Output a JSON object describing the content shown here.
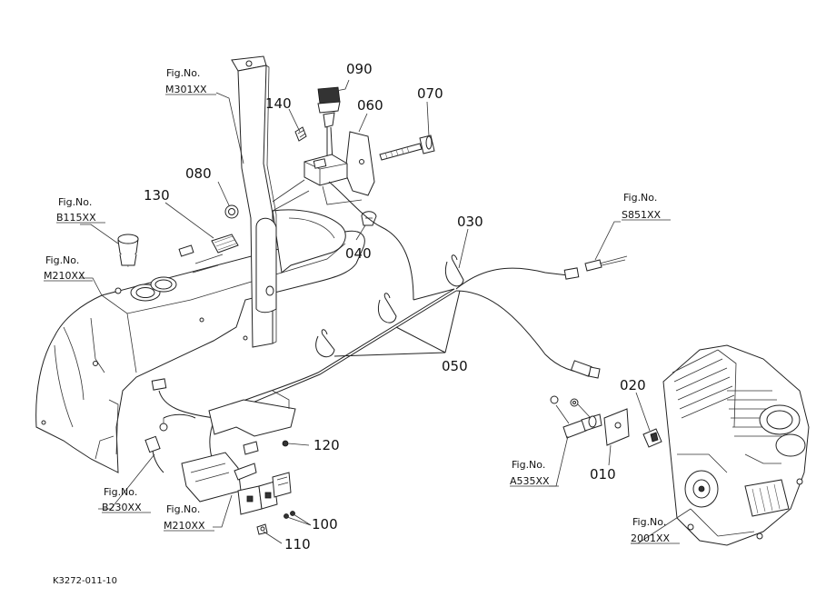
{
  "parts": {
    "p010": "010",
    "p020": "020",
    "p030": "030",
    "p040": "040",
    "p050": "050",
    "p060": "060",
    "p070": "070",
    "p080": "080",
    "p090": "090",
    "p100": "100",
    "p110": "110",
    "p120": "120",
    "p130": "130",
    "p140": "140"
  },
  "figrefs": {
    "m301": {
      "title": "Fig.No.",
      "code": "M301XX"
    },
    "b115": {
      "title": "Fig.No.",
      "code": "B115XX"
    },
    "m210a": {
      "title": "Fig.No.",
      "code": "M210XX"
    },
    "b230": {
      "title": "Fig.No.",
      "code": "B230XX"
    },
    "m210b": {
      "title": "Fig.No.",
      "code": "M210XX"
    },
    "s851": {
      "title": "Fig.No.",
      "code": "S851XX"
    },
    "a535": {
      "title": "Fig.No.",
      "code": "A535XX"
    },
    "e2001": {
      "title": "Fig.No.",
      "code": "2001XX"
    }
  },
  "diagram_code": "K3272-011-10"
}
